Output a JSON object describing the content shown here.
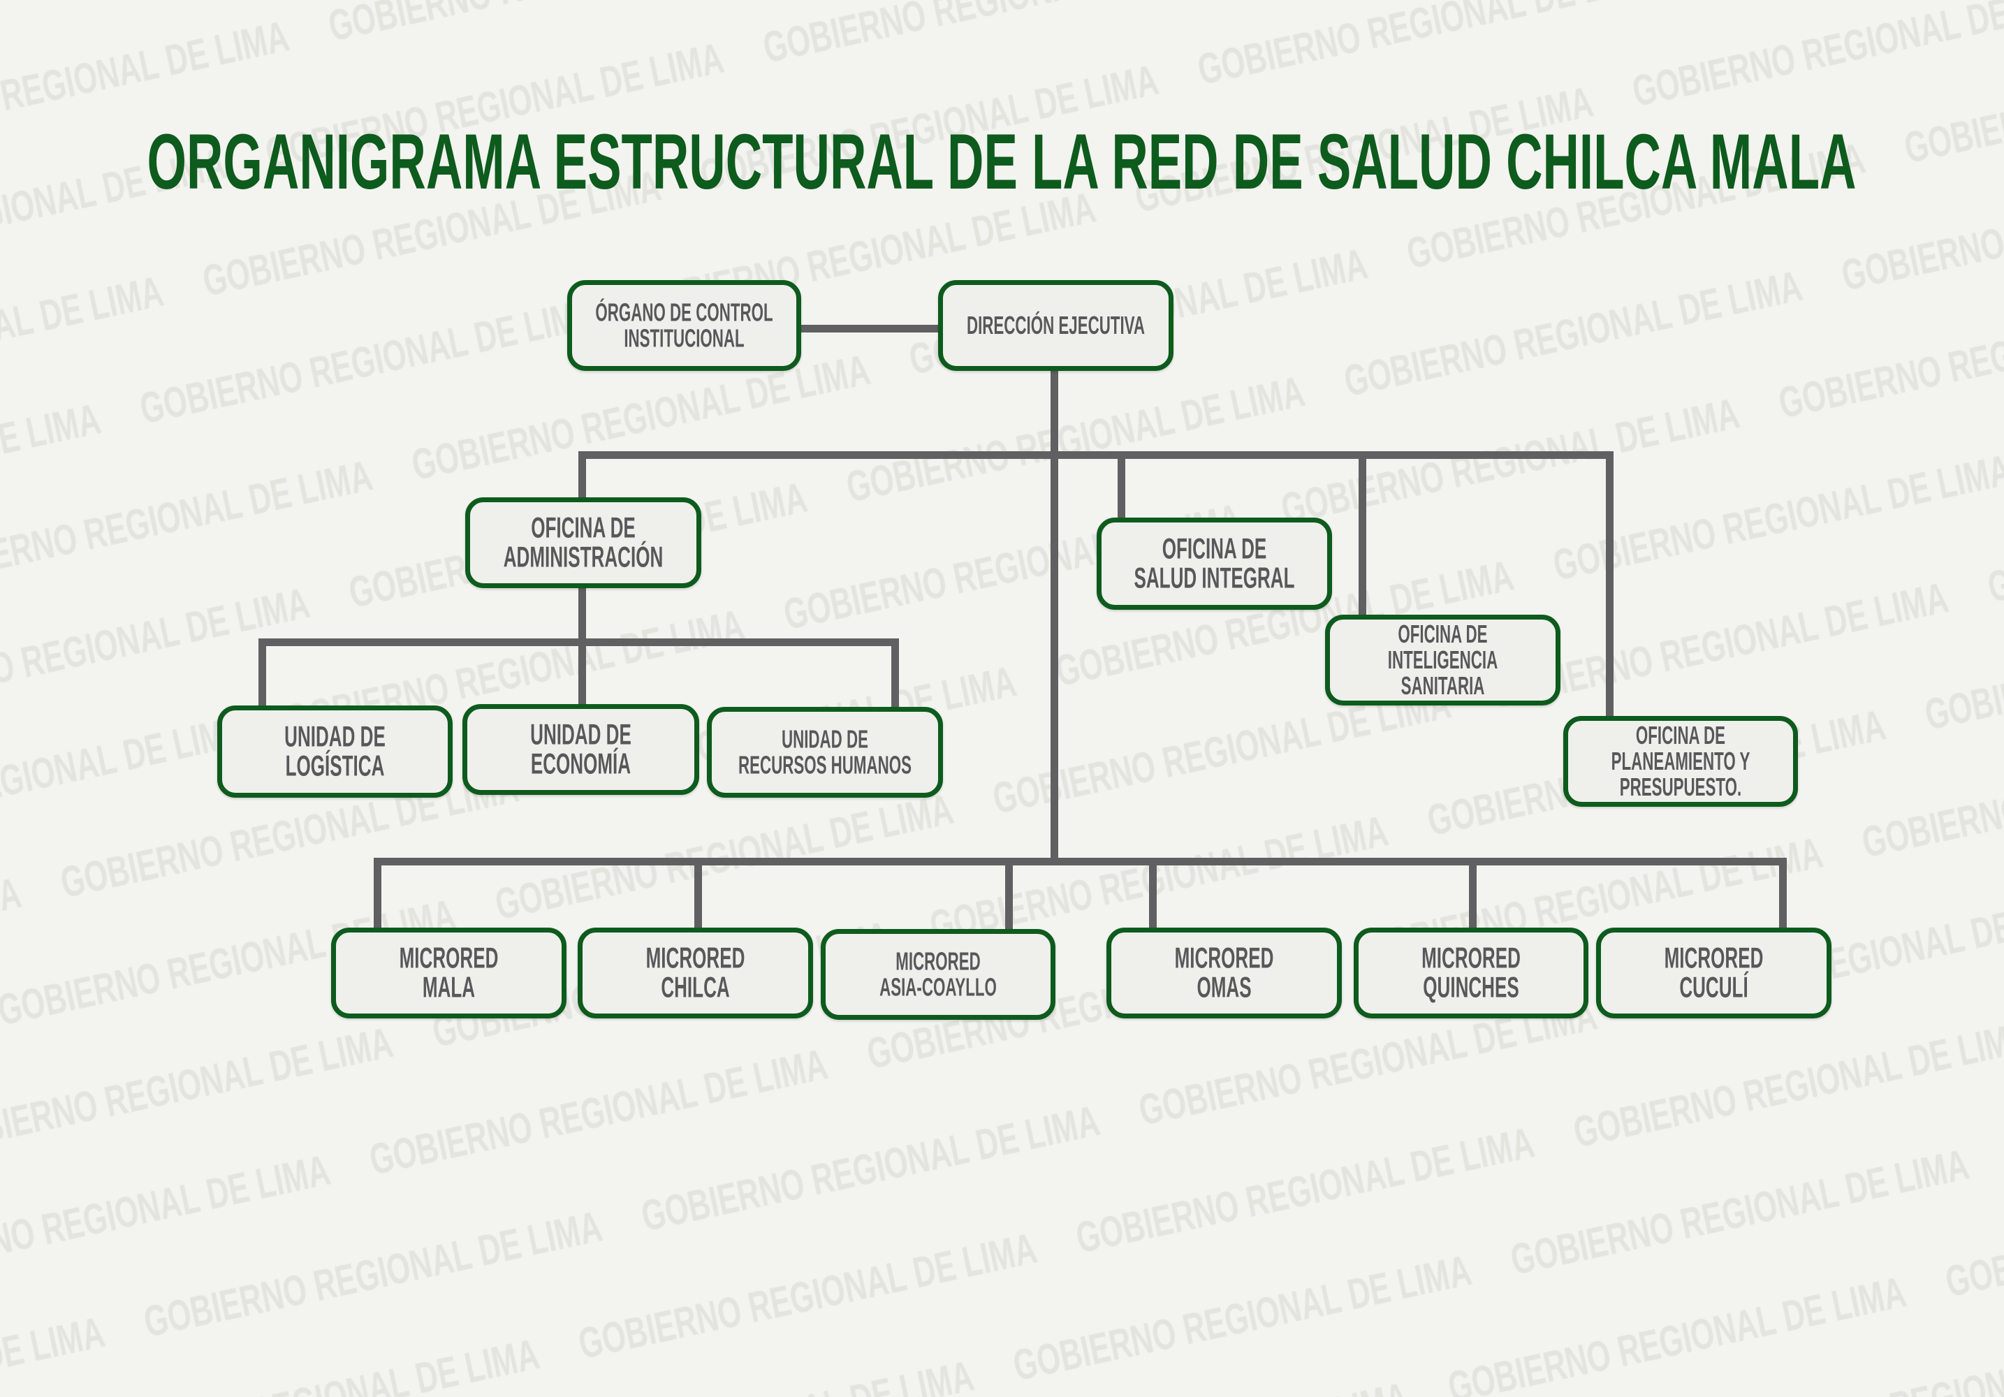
{
  "watermark": "GOBIERNO REGIONAL DE LIMA",
  "title": "ORGANIGRAMA ESTRUCTURAL DE LA RED DE SALUD CHILCA MALA",
  "colors": {
    "green": "#0d5b1d",
    "line": "#606062",
    "text": "#58585b"
  },
  "nodes": {
    "organo_control": [
      "ÓRGANO DE CONTROL",
      "INSTITUCIONAL"
    ],
    "direccion": [
      "DIRECCIÓN EJECUTIVA"
    ],
    "administracion": [
      "OFICINA DE",
      "ADMINISTRACIÓN"
    ],
    "salud_integral": [
      "OFICINA DE",
      "SALUD INTEGRAL"
    ],
    "inteligencia": [
      "OFICINA DE",
      "INTELIGENCIA",
      "SANITARIA"
    ],
    "planeamiento": [
      "OFICINA DE",
      "PLANEAMIENTO Y",
      "PRESUPUESTO."
    ],
    "logistica": [
      "UNIDAD DE",
      "LOGÍSTICA"
    ],
    "economia": [
      "UNIDAD DE",
      "ECONOMÍA"
    ],
    "rrhh": [
      "UNIDAD DE",
      "RECURSOS HUMANOS"
    ],
    "mala": [
      "MICRORED",
      "MALA"
    ],
    "chilca": [
      "MICRORED",
      "CHILCA"
    ],
    "asia": [
      "MICRORED",
      "ASIA-COAYLLO"
    ],
    "omas": [
      "MICRORED",
      "OMAS"
    ],
    "quinches": [
      "MICRORED",
      "QUINCHES"
    ],
    "cuculi": [
      "MICRORED",
      "CUCULÍ"
    ]
  }
}
